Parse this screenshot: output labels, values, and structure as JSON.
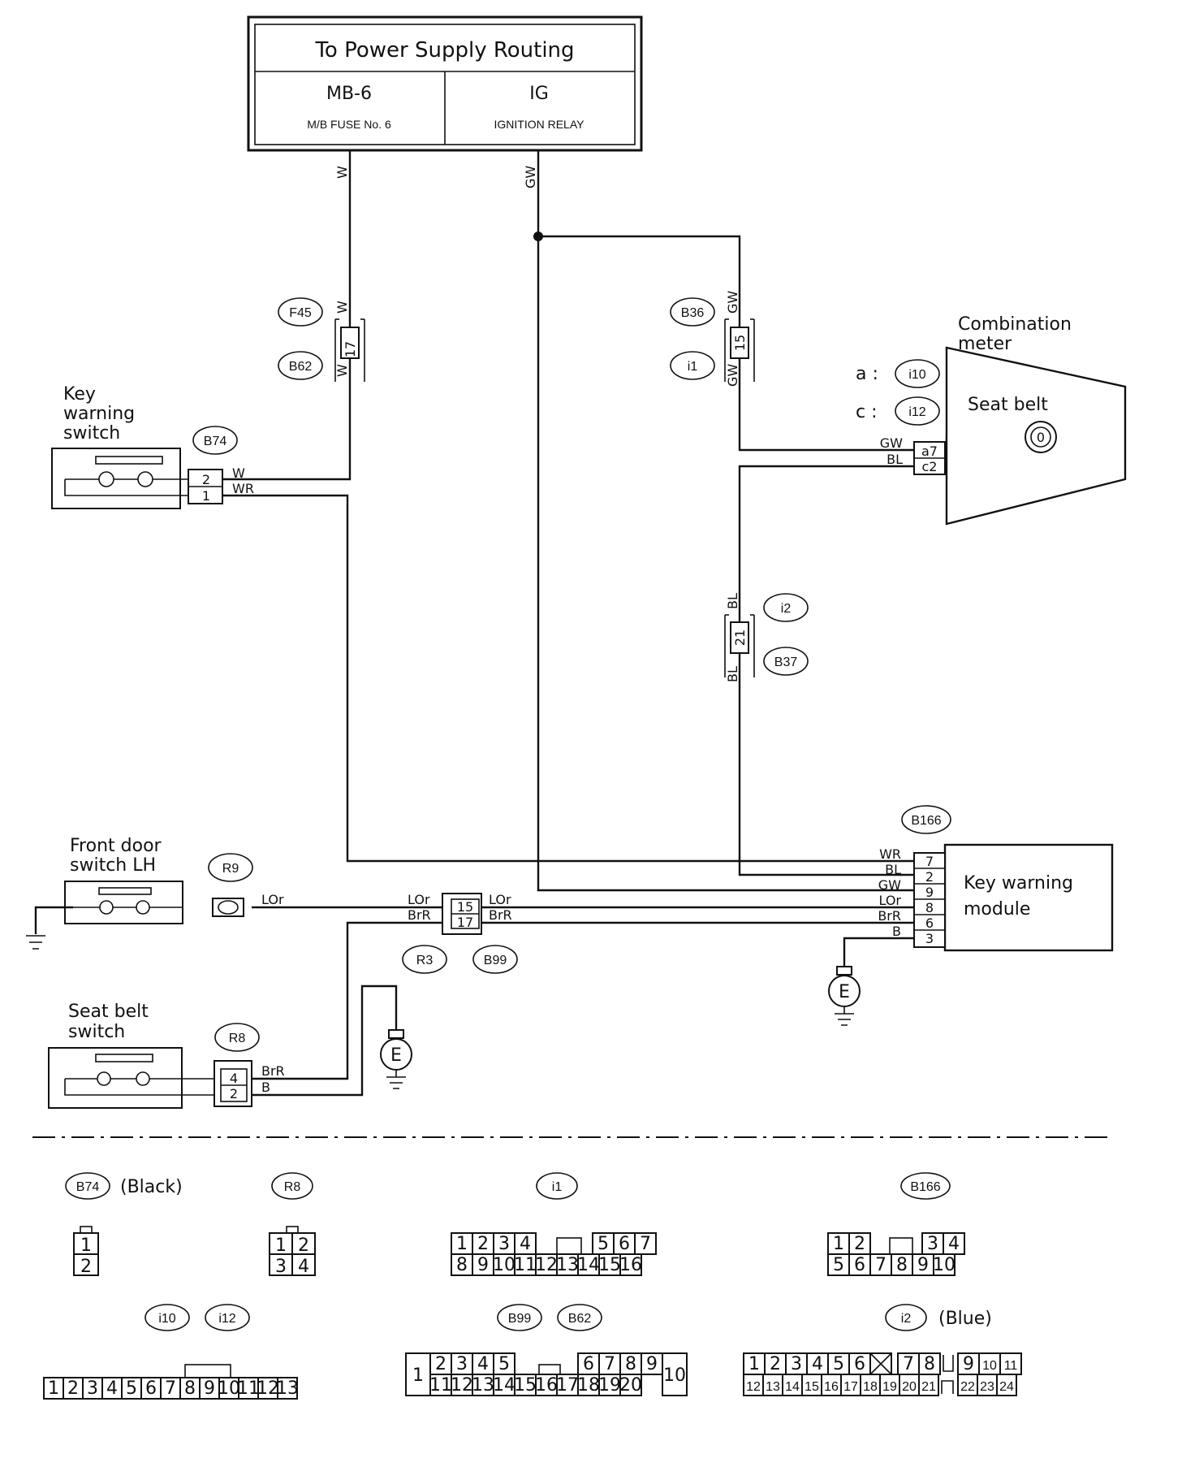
{
  "power": {
    "title": "To Power Supply Routing",
    "left_name": "MB-6",
    "left_sub": "M/B FUSE No. 6",
    "right_name": "IG",
    "right_sub": "IGNITION RELAY"
  },
  "components": {
    "key_switch": [
      "Key",
      "warning",
      "switch"
    ],
    "combination_meter": [
      "Combination",
      "meter"
    ],
    "seat_belt_lamp": "Seat belt",
    "front_door": [
      "Front door",
      "switch LH"
    ],
    "seat_belt_switch": [
      "Seat belt",
      "switch"
    ],
    "key_module": [
      "Key warning",
      "module"
    ]
  },
  "meter_refs": {
    "a_label": "a :",
    "a_conn": "i10",
    "c_label": "c :",
    "c_conn": "i12",
    "lamp_symbol": "0"
  },
  "connectors": {
    "f45": "F45",
    "b62": "B62",
    "b36": "B36",
    "i1": "i1",
    "i2": "i2",
    "b37": "B37",
    "b74": "B74",
    "b166": "B166",
    "r9": "R9",
    "r3": "R3",
    "b99": "B99",
    "r8": "R8"
  },
  "pins": {
    "f45_b62": "17",
    "b36_i1": "15",
    "i2_b37": "21",
    "b74_top": "2",
    "b74_bot": "1",
    "meter_top": "a7",
    "meter_bot": "c2",
    "r3_top": "15",
    "r3_bot": "17",
    "r8_top": "4",
    "r8_bot": "2",
    "module": [
      "7",
      "2",
      "9",
      "8",
      "6",
      "3"
    ]
  },
  "wires": {
    "w": "W",
    "gw": "GW",
    "wr": "WR",
    "bl": "BL",
    "lor": "LOr",
    "brr": "BrR",
    "b": "B"
  },
  "ground_symbol": "E",
  "legend": {
    "b74_name": "B74",
    "b74_color": "(Black)",
    "b74_pins": [
      "1",
      "2"
    ],
    "r8_name": "R8",
    "r8_pins": [
      "1",
      "2",
      "3",
      "4"
    ],
    "i1_name": "i1",
    "i1_row1": [
      "1",
      "2",
      "3",
      "4",
      "5",
      "6",
      "7"
    ],
    "i1_row2": [
      "8",
      "9",
      "10",
      "11",
      "12",
      "13",
      "14",
      "15",
      "16"
    ],
    "b166_name": "B166",
    "b166_row1": [
      "1",
      "2",
      "3",
      "4"
    ],
    "b166_row2": [
      "5",
      "6",
      "7",
      "8",
      "9",
      "10"
    ],
    "i10_name": "i10",
    "i12_name": "i12",
    "i10_pins": [
      "1",
      "2",
      "3",
      "4",
      "5",
      "6",
      "7",
      "8",
      "9",
      "10",
      "11",
      "12",
      "13"
    ],
    "b99_name": "B99",
    "b62_name": "B62",
    "b99_row1": [
      "2",
      "3",
      "4",
      "5",
      "6",
      "7",
      "8",
      "9"
    ],
    "b99_row2": [
      "11",
      "12",
      "13",
      "14",
      "15",
      "16",
      "17",
      "18",
      "19",
      "20"
    ],
    "b99_left": "1",
    "b99_right": "10",
    "i2_name": "i2",
    "i2_color": "(Blue)",
    "i2_row1": [
      "1",
      "2",
      "3",
      "4",
      "5",
      "6",
      "7",
      "8",
      "9",
      "10",
      "11"
    ],
    "i2_row2": [
      "12",
      "13",
      "14",
      "15",
      "16",
      "17",
      "18",
      "19",
      "20",
      "21",
      "22",
      "23",
      "24"
    ]
  }
}
